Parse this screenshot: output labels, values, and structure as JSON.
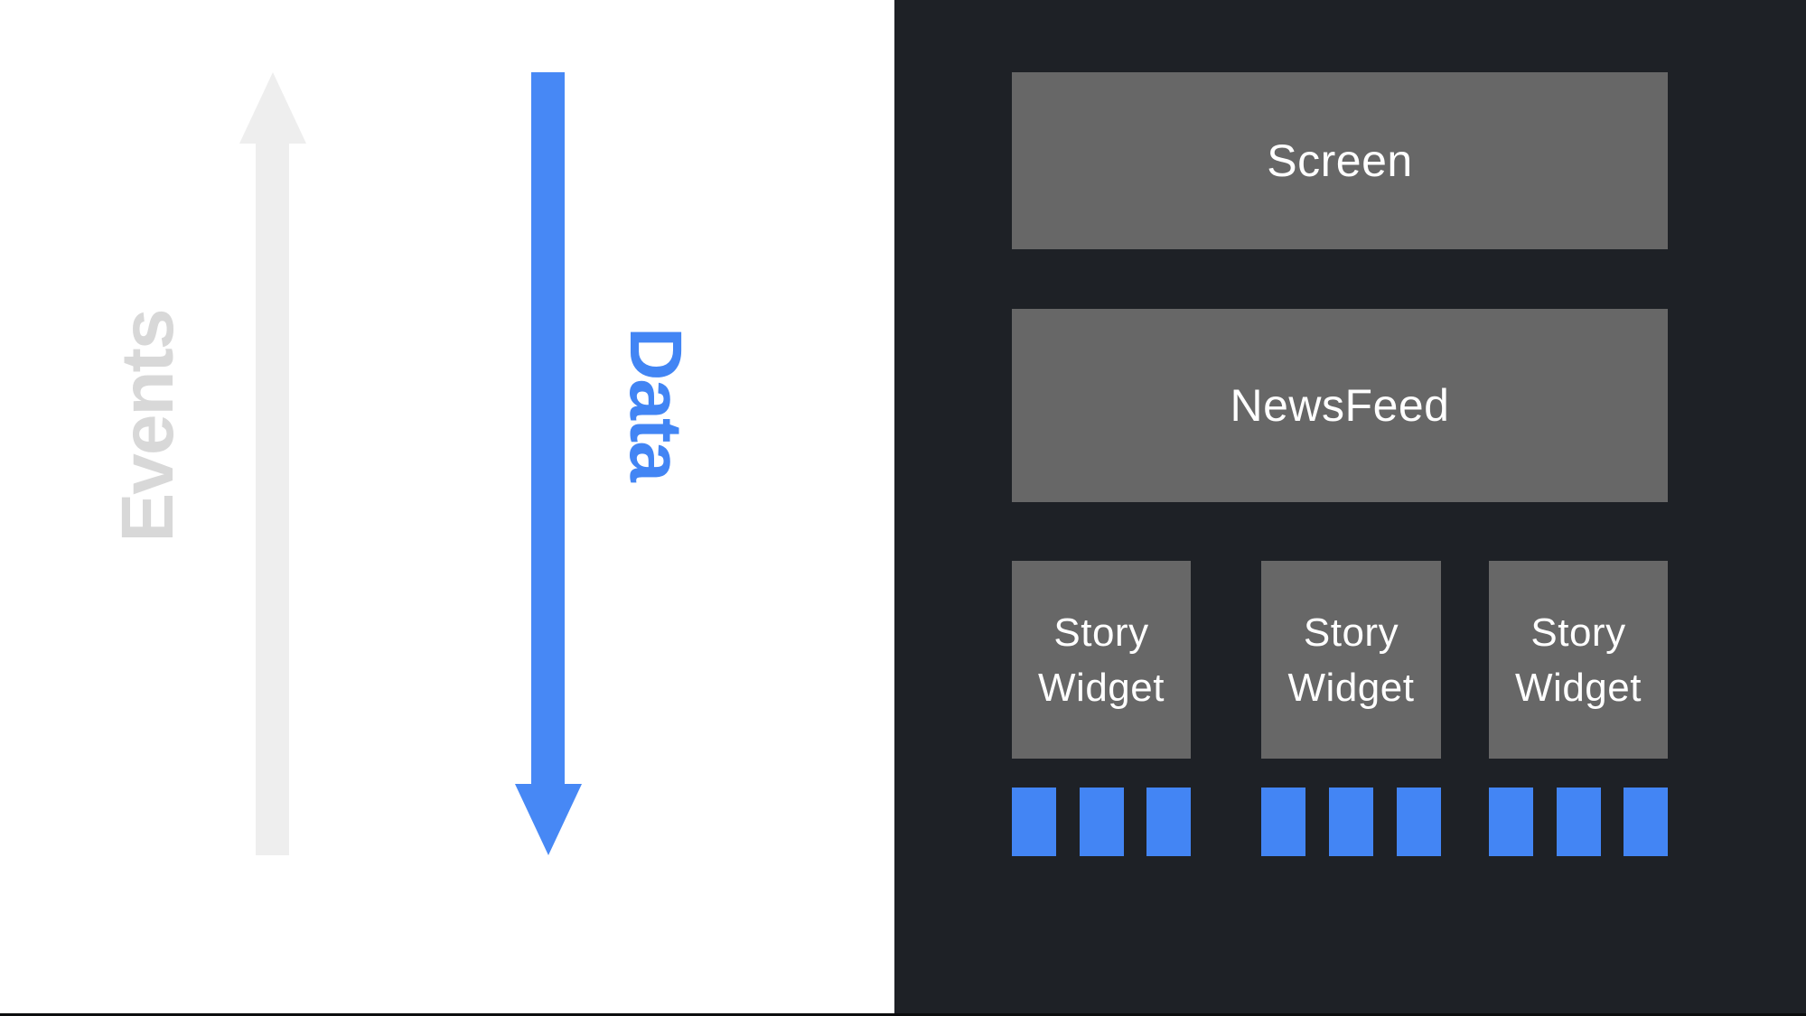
{
  "flow_labels": {
    "events": "Events",
    "data": "Data"
  },
  "icons": {
    "events_arrow": "arrow-up-icon",
    "data_arrow": "arrow-down-icon"
  },
  "widget_tree": {
    "screen": "Screen",
    "newsfeed": "NewsFeed",
    "story_widgets": [
      {
        "label": "Story Widget",
        "data_squares": 3
      },
      {
        "label": "Story Widget",
        "data_squares": 3
      },
      {
        "label": "Story Widget",
        "data_squares": 3
      }
    ]
  },
  "colors": {
    "page-bg": "#ffffff",
    "panel-dark": "#1E2126",
    "box-gray": "#676767",
    "box-text": "#ffffff",
    "events-gray-text": "#D8D8D8",
    "events-arrow-gray": "#EEEEEE",
    "data-blue-text": "#4285F4",
    "data-arrow-blue": "#4788F5",
    "square-blue": "#4385F4",
    "bottom-edge": "#0C0D0E"
  }
}
